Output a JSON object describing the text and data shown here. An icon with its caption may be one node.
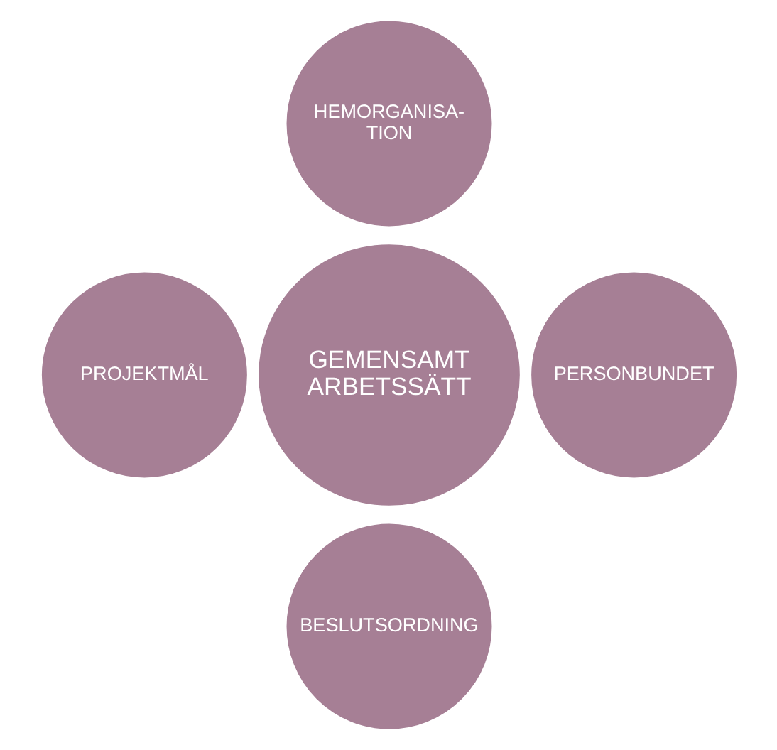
{
  "diagram": {
    "nodes": [
      {
        "text": [
          "HEMORGANISA- TION"
        ]
      },
      {
        "text": [
          "PROJEKTMÅL"
        ]
      },
      {
        "text": [
          "GEMENSAMT ARBETSSÄTT"
        ]
      },
      {
        "text": [
          "PERSONBUNDET"
        ]
      },
      {
        "text": [
          "BESLUTSORDNING"
        ]
      }
    ],
    "edges": []
  }
}
